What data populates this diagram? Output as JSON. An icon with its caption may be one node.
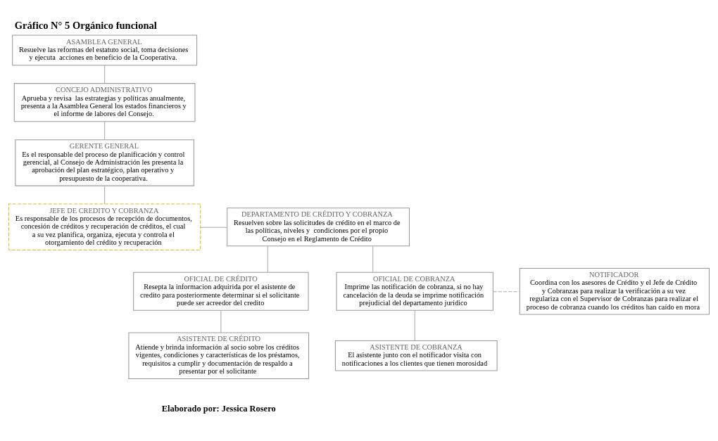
{
  "diagram": {
    "title": "Gráfico N° 5 Orgánico funcional",
    "caption": "Elaborado por: Jessica Rosero",
    "nodes": [
      {
        "text": [
          "ASAMBLEA GENERAL",
          "Resuelve las reformas del estatuto social, toma decisiones y ejecuta  acciones en beneficio de la Cooperativa."
        ]
      },
      {
        "text": [
          "CONCEJO ADMINISTRATIVO",
          "Aprueba y revisa  las estrategias y políticas anualmente, presenta a la Asamblea General los estados financieros y el informe de labores del Consejo."
        ]
      },
      {
        "text": [
          "GERENTE GENERAL",
          "Es el responsable del proceso de planificación y control gerencial, al Consejo de Administración les presenta la aprobación del plan estratégico, plan operativo y presupuesto de la cooperativa."
        ]
      },
      {
        "text": [
          "JEFE DE CREDITO Y COBRANZA",
          "Es responsable de los procesos de recepción de documentos, concesión de créditos y recuperación de créditos, el cual a su vez planifica, organiza, ejecuta y controla el otorgamiento del crédito y recuperación"
        ]
      },
      {
        "text": [
          "DEPARTAMENTO DE CRÉDITO Y COBRANZA",
          "Resuelven sobre las solicitudes de crédito en el marco de las políticas, niveles y  condiciones por el propio Consejo en el Reglamento de Crédito"
        ]
      },
      {
        "text": [
          "OFICIAL DE CRÉDITO",
          "Resepta la informacion adquirida por el asistente de credito para posteriormente determinar si el solicitante puede ser acreedor del credito"
        ]
      },
      {
        "text": [
          "OFICIAL DE COBRANZA",
          "Imprime las notificación de cobranza, si no hay cancelación de la deuda se imprime notificación prejudicial del departamento jurídico"
        ]
      },
      {
        "text": [
          "ASISTENTE DE CRÉDITO",
          "Atiende y brinda información al socio sobre los créditos vigentes, condiciones y características de los préstamos, requisitos a cumplir y documentación de respaldo a presentar por el solicitante"
        ]
      },
      {
        "text": [
          "ASISTENTE DE COBRANZA",
          "El asistente junto con el notificador visita con notificaciones a los clientes que tienen morosidad"
        ]
      },
      {
        "text": [
          "NOTIFICADOR",
          "Coordina con los asesores de Crédito y el Jefe de Crédito y Cobranzas para realizar la verificación a su vez regulariza con el Supervisor de Cobranzas para realizar el proceso de cobranza cuando los créditos han caído en mora"
        ]
      }
    ],
    "edges": [
      {
        "from": 0,
        "to": 1,
        "arrow": "none"
      },
      {
        "from": 1,
        "to": 2,
        "arrow": "none"
      },
      {
        "from": 2,
        "to": 3,
        "arrow": "none"
      },
      {
        "from": 3,
        "to": 4,
        "arrow": "none"
      },
      {
        "from": 4,
        "to": 5,
        "arrow": "none"
      },
      {
        "from": 4,
        "to": 6,
        "arrow": "none"
      },
      {
        "from": 5,
        "to": 7,
        "arrow": "none"
      },
      {
        "from": 6,
        "to": 8,
        "arrow": "none"
      },
      {
        "from": 6,
        "to": 9,
        "arrow": "none",
        "style": "dashed"
      }
    ]
  }
}
